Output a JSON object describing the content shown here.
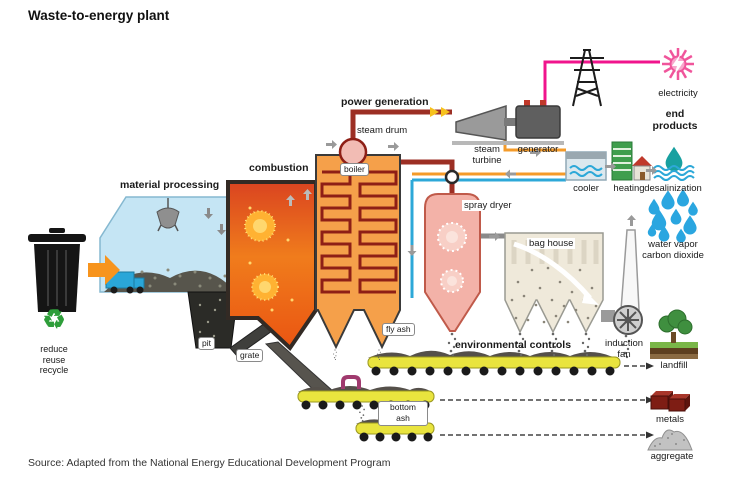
{
  "title": "Waste-to-energy plant",
  "source": "Source: Adapted from the National Energy Educational Development Program",
  "sections": {
    "material_processing": "material processing",
    "combustion": "combustion",
    "power_generation": "power generation",
    "environmental_controls": "environmental controls",
    "end_products": "end products"
  },
  "labels": {
    "steam_drum": "steam drum",
    "boiler": "boiler",
    "steam_turbine": "steam turbine",
    "generator": "generator",
    "electricity": "electricity",
    "cooler": "cooler",
    "heating": "heating",
    "desalinization": "desalinization",
    "water_vapor": "water vapor carbon dioxide",
    "spray_dryer": "spray dryer",
    "bag_house": "bag house",
    "fly_ash": "fly ash",
    "induction_fan": "induction fan",
    "landfill": "landfill",
    "metals": "metals",
    "aggregate": "aggregate",
    "bottom_ash": "bottom ash",
    "pit": "pit",
    "grate": "grate",
    "recycle": "reduce reuse recycle"
  },
  "icons": {
    "recycle_symbol": "♻"
  },
  "colors": {
    "flame_orange": "#f07c1c",
    "pipe_red": "#9c2f24",
    "steam_pink": "#f2bcb4",
    "water_blue": "#2aa6e0",
    "electricity_pink": "#f0559b",
    "conveyor_yellow": "#e9e43e",
    "process_blue": "#c5e5f4",
    "accent_orange": "#f7941d"
  }
}
